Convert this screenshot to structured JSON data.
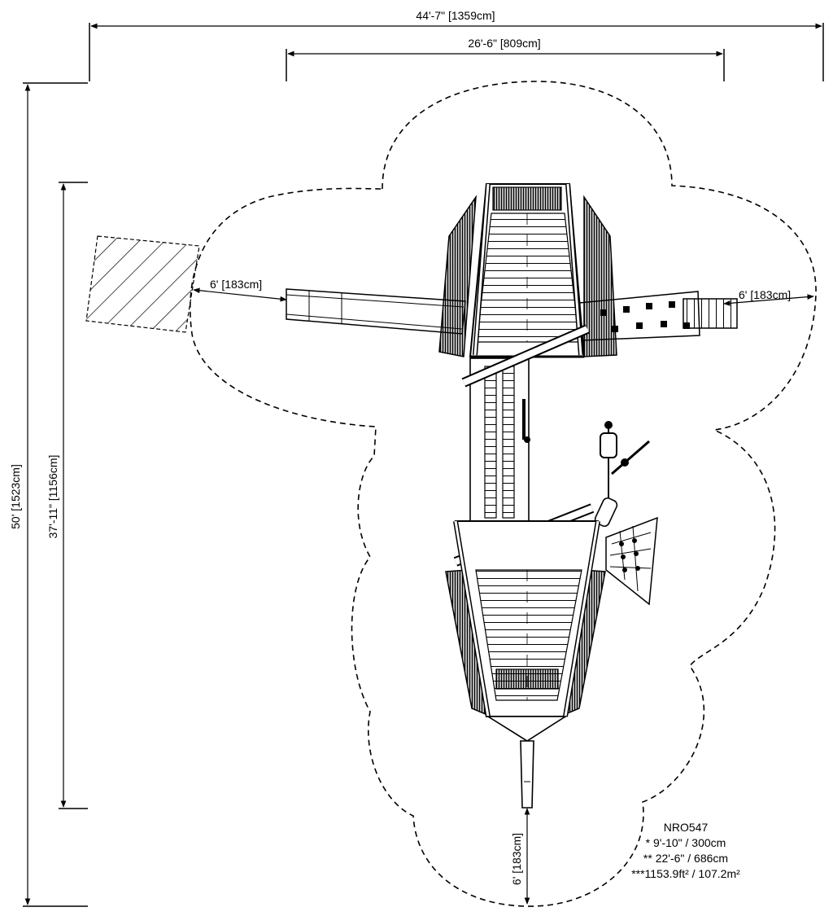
{
  "dimensions": {
    "overall_width": "44'-7\" [1359cm]",
    "structure_width": "26'-6\" [809cm]",
    "overall_length": "50' [1523cm]",
    "structure_length": "37'-11\" [1156cm]",
    "left_clearance": "6' [183cm]",
    "right_clearance": "6' [183cm]",
    "bottom_clearance": "6' [183cm]"
  },
  "info": {
    "model": "NRO547",
    "line1": "* 9'-10\" / 300cm",
    "line2": "** 22'-6\" / 686cm",
    "line3": "***1153.9ft² / 107.2m²"
  }
}
